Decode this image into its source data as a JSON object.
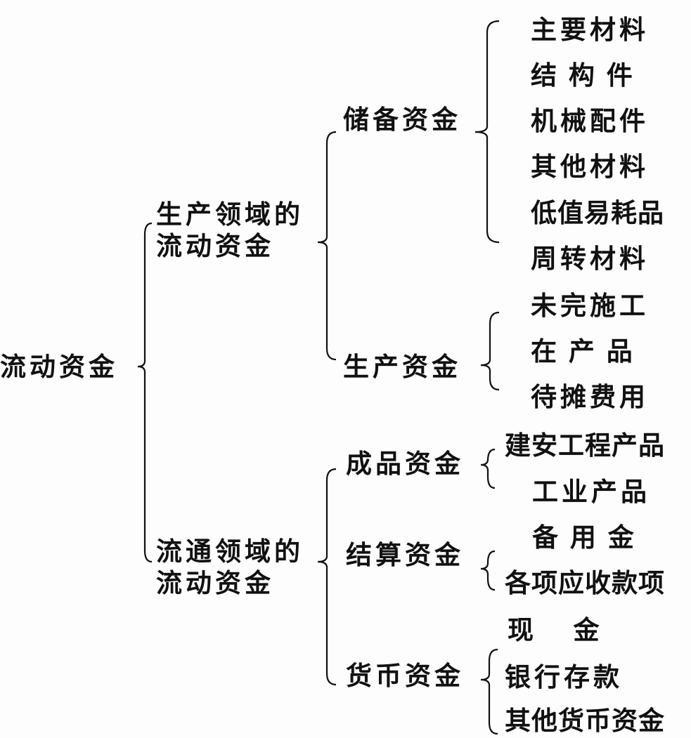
{
  "root": "流动资金",
  "branches": [
    {
      "label_line1": "生产领域的",
      "label_line2": "流动资金",
      "children": [
        {
          "label": "储备资金",
          "items": [
            "主要材料",
            "结 构 件",
            "机械配件",
            "其他材料",
            "低值易耗品",
            "周转材料"
          ]
        },
        {
          "label": "生产资金",
          "items": [
            "未完施工",
            "在 产 品",
            "待摊费用"
          ]
        }
      ]
    },
    {
      "label_line1": "流通领域的",
      "label_line2": "流动资金",
      "children": [
        {
          "label": "成品资金",
          "items": [
            "建安工程产品",
            "工业产品"
          ]
        },
        {
          "label": "结算资金",
          "items": [
            "备 用 金",
            "各项应收款项"
          ]
        },
        {
          "label": "货币资金",
          "items": [
            "现    金",
            "银行存款",
            "其他货币资金"
          ]
        }
      ]
    }
  ]
}
